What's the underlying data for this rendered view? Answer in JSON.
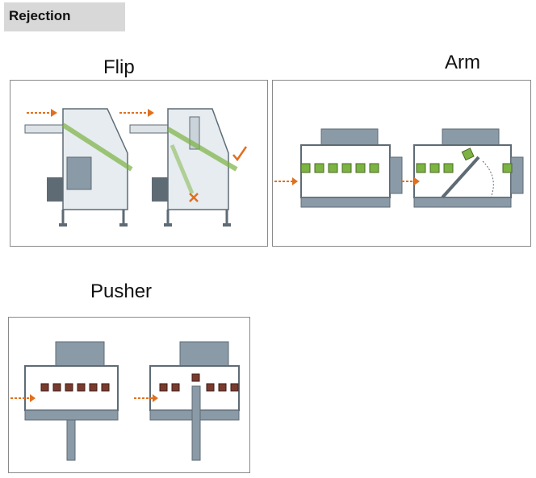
{
  "header": {
    "label": "Rejection"
  },
  "sections": {
    "flip": {
      "title": "Flip"
    },
    "arm": {
      "title": "Arm"
    },
    "pusher": {
      "title": "Pusher"
    }
  },
  "colors": {
    "machine_gray": "#8a9aa6",
    "machine_dark": "#5e6b75",
    "arrow_orange": "#e07020",
    "product_green": "#7cb342",
    "product_brown": "#7a3b2e",
    "hood_fill": "#e6ecef"
  }
}
